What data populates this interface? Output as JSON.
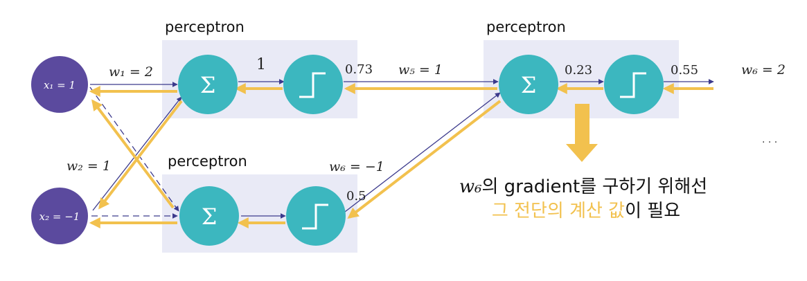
{
  "boxes": {
    "p1": "perceptron",
    "p2": "perceptron",
    "p3": "perceptron"
  },
  "inputs": {
    "x1": "x₁ = 1",
    "x2": "x₂ = −1"
  },
  "symbols": {
    "sum": "Σ"
  },
  "weights": {
    "w1": "w₁ = 2",
    "w2": "w₂ = 1",
    "w5": "w₅ = 1",
    "w6a": "w₆ = −1",
    "w6b": "w₆ = 2"
  },
  "values": {
    "one": "1",
    "v073": "0.73",
    "v05": "0.5",
    "v023": "0.23",
    "v055": "0.55",
    "ellipsis": "· · ·"
  },
  "note": {
    "w6": "w₆",
    "line1": "의 gradient를 구하기 위해선",
    "line2_highlight": "그 전단의 계산 값",
    "line2_rest": "이 필요"
  },
  "colors": {
    "box": "#e9eaf6",
    "input_node": "#5b4a9e",
    "teal_node": "#3cb7bf",
    "forward_arrow": "#3c3a8c",
    "backward_arrow": "#f2c14e",
    "highlight_text": "#f2c14e"
  }
}
